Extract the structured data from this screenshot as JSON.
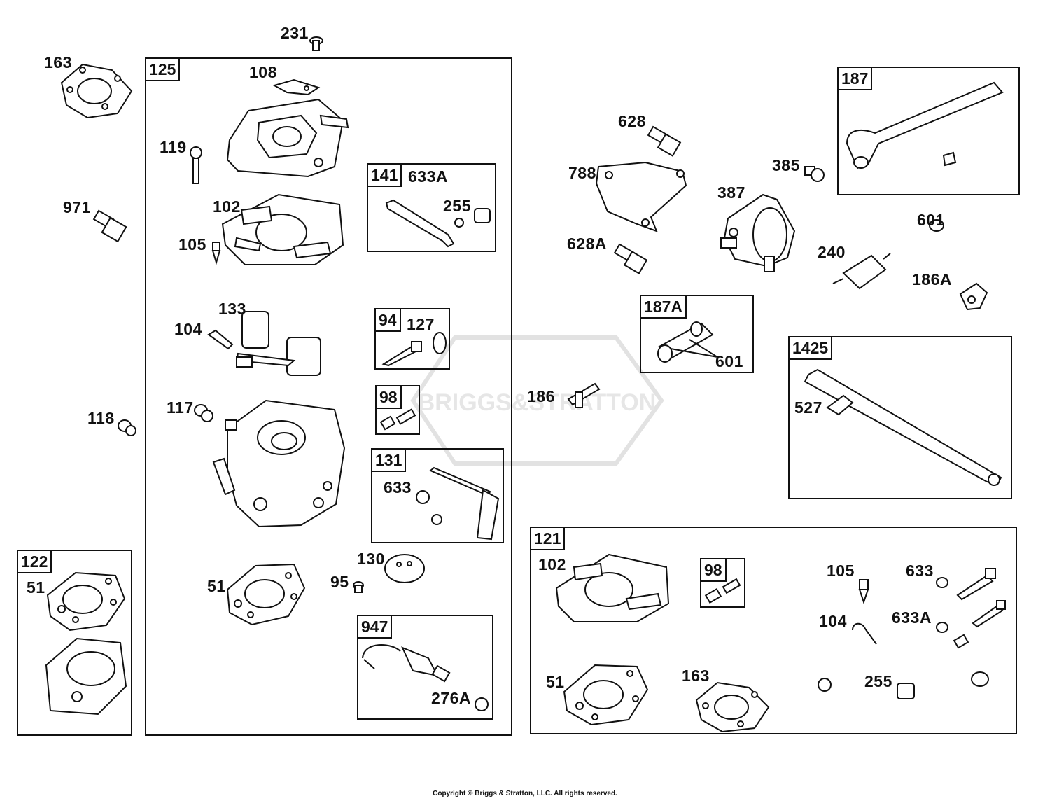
{
  "watermark": {
    "brand": "BRIGGS&STRATTON"
  },
  "copyright": "Copyright © Briggs & Stratton, LLC. All rights reserved.",
  "boxes": {
    "b125": "125",
    "b141": "141",
    "b94": "94",
    "b98a": "98",
    "b131": "131",
    "b947": "947",
    "b122": "122",
    "b187": "187",
    "b187a": "187A",
    "b1425": "1425",
    "b121": "121",
    "b98b": "98"
  },
  "labels": {
    "l231": "231",
    "l163": "163",
    "l108": "108",
    "l119": "119",
    "l971": "971",
    "l102": "102",
    "l105": "105",
    "l633a": "633A",
    "l255": "255",
    "l133": "133",
    "l104": "104",
    "l127": "127",
    "l117": "117",
    "l118": "118",
    "l186": "186",
    "l633": "633",
    "l130": "130",
    "l95": "95",
    "l51a": "51",
    "l51b": "51",
    "l276a": "276A",
    "l628": "628",
    "l788": "788",
    "l628a": "628A",
    "l385": "385",
    "l387": "387",
    "l601a": "601",
    "l240": "240",
    "l186a": "186A",
    "l601b": "601",
    "l527": "527",
    "r102": "102",
    "r105": "105",
    "r633": "633",
    "r104": "104",
    "r633a": "633A",
    "r51": "51",
    "r163": "163",
    "r255": "255"
  }
}
